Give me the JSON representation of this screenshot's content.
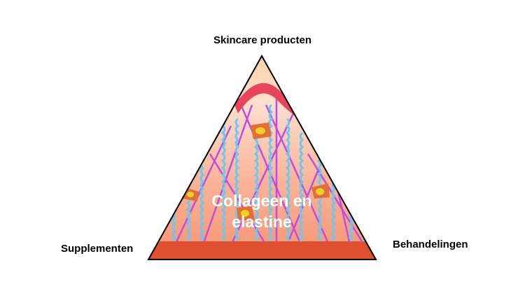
{
  "diagram": {
    "top_label": "Skincare producten",
    "left_label": "Supplementen",
    "right_label": "Behandelingen",
    "center_label": "Collageen en elastine",
    "colors": {
      "apex": "#fdd0a0",
      "body": "#f89a7a",
      "base": "#df5030",
      "collagen": "#c04de0",
      "elastin": "#6cc8f0",
      "epidermis": "#e8445e",
      "cell": "#e07038"
    }
  }
}
